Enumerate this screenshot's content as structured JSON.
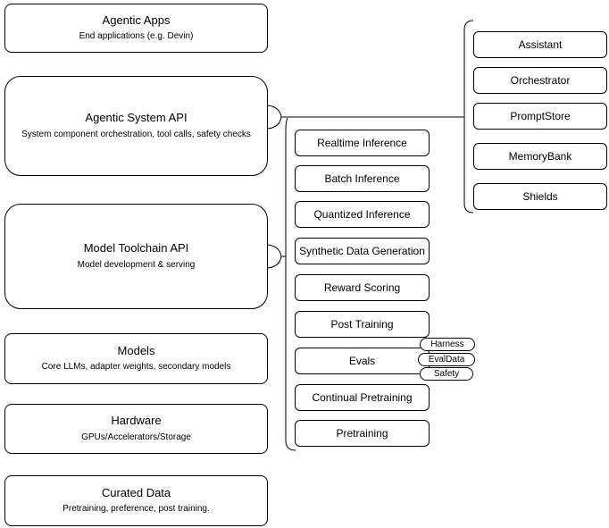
{
  "diagram": {
    "stack": [
      {
        "title": "Agentic Apps",
        "subtitle": "End applications (e.g. Devin)"
      },
      {
        "title": "Agentic System API",
        "subtitle": "System component orchestration, tool calls, safety checks"
      },
      {
        "title": "Model Toolchain API",
        "subtitle": "Model development & serving"
      },
      {
        "title": "Models",
        "subtitle": "Core LLMs, adapter weights, secondary models"
      },
      {
        "title": "Hardware",
        "subtitle": "GPUs/Accelerators/Storage"
      },
      {
        "title": "Curated Data",
        "subtitle": "Pretraining, preference, post training."
      }
    ],
    "toolchain_items": [
      {
        "label": "Realtime Inference"
      },
      {
        "label": "Batch Inference"
      },
      {
        "label": "Quantized Inference"
      },
      {
        "label": "Synthetic Data Generation"
      },
      {
        "label": "Reward Scoring"
      },
      {
        "label": "Post Training"
      },
      {
        "label": "Evals"
      },
      {
        "label": "Continual Pretraining"
      },
      {
        "label": "Pretraining"
      }
    ],
    "evals_tags": [
      {
        "label": "Harness"
      },
      {
        "label": "EvalData"
      },
      {
        "label": "Safety"
      }
    ],
    "system_components": [
      {
        "label": "Assistant"
      },
      {
        "label": "Orchestrator"
      },
      {
        "label": "PromptStore"
      },
      {
        "label": "MemoryBank"
      },
      {
        "label": "Shields"
      }
    ]
  }
}
